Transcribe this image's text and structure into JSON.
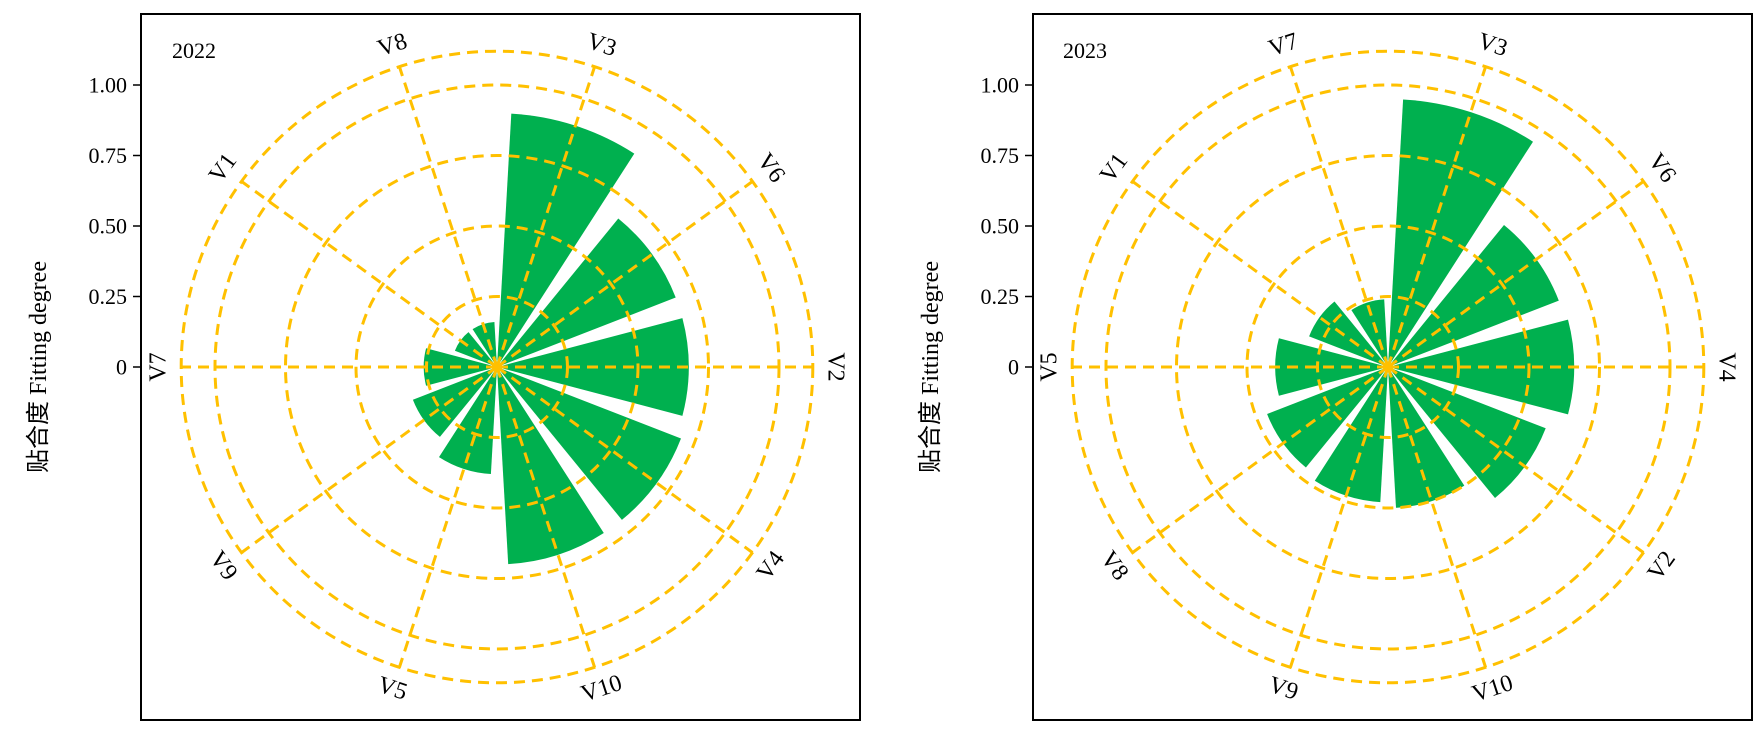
{
  "colors": {
    "bar": "#00b04f",
    "grid": "#ffc000",
    "axis": "#000000"
  },
  "ylabel": "贴合度 Fitting degree",
  "chart_data": [
    {
      "type": "polar-bar",
      "title": "2022",
      "ylabel": "贴合度 Fitting degree",
      "ytick_values": [
        0,
        0.25,
        0.5,
        0.75,
        1.0
      ],
      "ytick_labels": [
        "0",
        "0.25",
        "0.50",
        "0.75",
        "1.00"
      ],
      "ylim": [
        0,
        1.14
      ],
      "rings": [
        0.25,
        0.5,
        0.75,
        1.0,
        1.12
      ],
      "categories": [
        "V3",
        "V6",
        "V2",
        "V4",
        "V10",
        "V5",
        "V9",
        "V7",
        "V1",
        "V8"
      ],
      "values": [
        0.9,
        0.68,
        0.68,
        0.7,
        0.7,
        0.38,
        0.32,
        0.26,
        0.16,
        0.16
      ],
      "grid": true
    },
    {
      "type": "polar-bar",
      "title": "2023",
      "ylabel": "贴合度 Fitting degree",
      "ytick_values": [
        0,
        0.25,
        0.5,
        0.75,
        1.0
      ],
      "ytick_labels": [
        "0",
        "0.25",
        "0.50",
        "0.75",
        "1.00"
      ],
      "ylim": [
        0,
        1.14
      ],
      "rings": [
        0.25,
        0.5,
        0.75,
        1.0,
        1.12
      ],
      "categories": [
        "V3",
        "V6",
        "V4",
        "V2",
        "V10",
        "V9",
        "V8",
        "V5",
        "V1",
        "V7"
      ],
      "values": [
        0.95,
        0.65,
        0.66,
        0.6,
        0.5,
        0.48,
        0.46,
        0.4,
        0.3,
        0.24
      ],
      "grid": true
    }
  ]
}
